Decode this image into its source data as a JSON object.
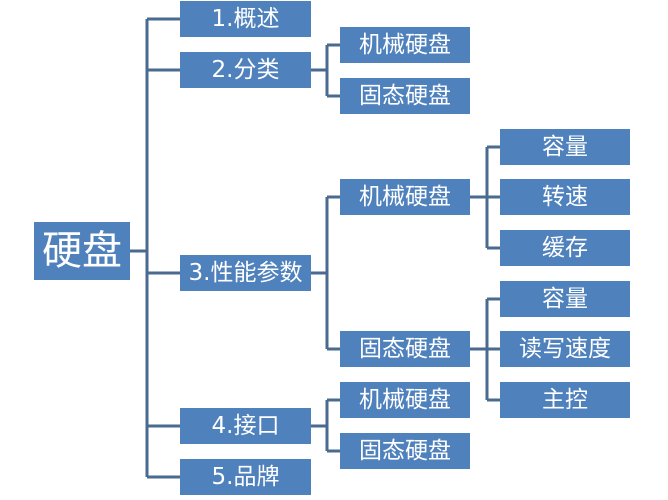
{
  "colors": {
    "box_fill": "#4f81bd",
    "connector": "#4a6a8f",
    "text": "#ffffff",
    "background": "#ffffff"
  },
  "tree": {
    "root": "硬盘",
    "overview": "1.概述",
    "classification": {
      "label": "2.分类",
      "mechanical": "机械硬盘",
      "solid_state": "固态硬盘"
    },
    "performance": {
      "label": "3.性能参数",
      "mechanical": {
        "label": "机械硬盘",
        "capacity": "容量",
        "rpm": "转速",
        "cache": "缓存"
      },
      "solid_state": {
        "label": "固态硬盘",
        "capacity": "容量",
        "rw_speed": "读写速度",
        "controller": "主控"
      }
    },
    "interface": {
      "label": "4.接口",
      "mechanical": "机械硬盘",
      "solid_state": "固态硬盘"
    },
    "brand": "5.品牌"
  }
}
